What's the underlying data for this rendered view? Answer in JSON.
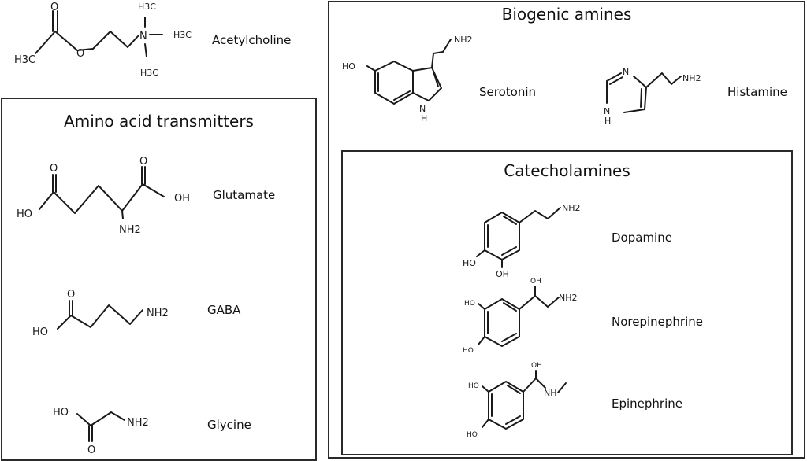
{
  "top_molecule": {
    "name": "Acetylcholine",
    "atoms": {
      "o_carbonyl": "O",
      "o_ester": "O",
      "methyl": "H3C",
      "n": "N",
      "n_methyl": "H3C"
    }
  },
  "amino_acid_box": {
    "title": "Amino acid transmitters",
    "molecules": [
      {
        "name": "Glutamate",
        "atoms": {
          "o1": "O",
          "o2": "O",
          "ho": "HO",
          "oh": "OH",
          "nh2": "NH2"
        }
      },
      {
        "name": "GABA",
        "atoms": {
          "o": "O",
          "ho": "HO",
          "nh2": "NH2"
        }
      },
      {
        "name": "Glycine",
        "atoms": {
          "o": "O",
          "ho": "HO",
          "nh2": "NH2"
        }
      }
    ]
  },
  "biogenic_box": {
    "title": "Biogenic amines",
    "molecules": [
      {
        "name": "Serotonin",
        "atoms": {
          "ho": "HO",
          "n": "N",
          "h": "H",
          "nh2": "NH2"
        }
      },
      {
        "name": "Histamine",
        "atoms": {
          "n1": "N",
          "n2": "N",
          "h": "H",
          "nh2": "NH2"
        }
      }
    ],
    "catecholamines_box": {
      "title": "Catecholamines",
      "molecules": [
        {
          "name": "Dopamine",
          "atoms": {
            "ho": "HO",
            "oh": "OH",
            "nh2": "NH2"
          }
        },
        {
          "name": "Norepinephrine",
          "atoms": {
            "ho1": "HO",
            "ho2": "HO",
            "oh": "OH",
            "nh2": "NH2"
          }
        },
        {
          "name": "Epinephrine",
          "atoms": {
            "ho1": "HO",
            "ho2": "HO",
            "oh": "OH",
            "nh": "NH"
          }
        }
      ]
    }
  }
}
